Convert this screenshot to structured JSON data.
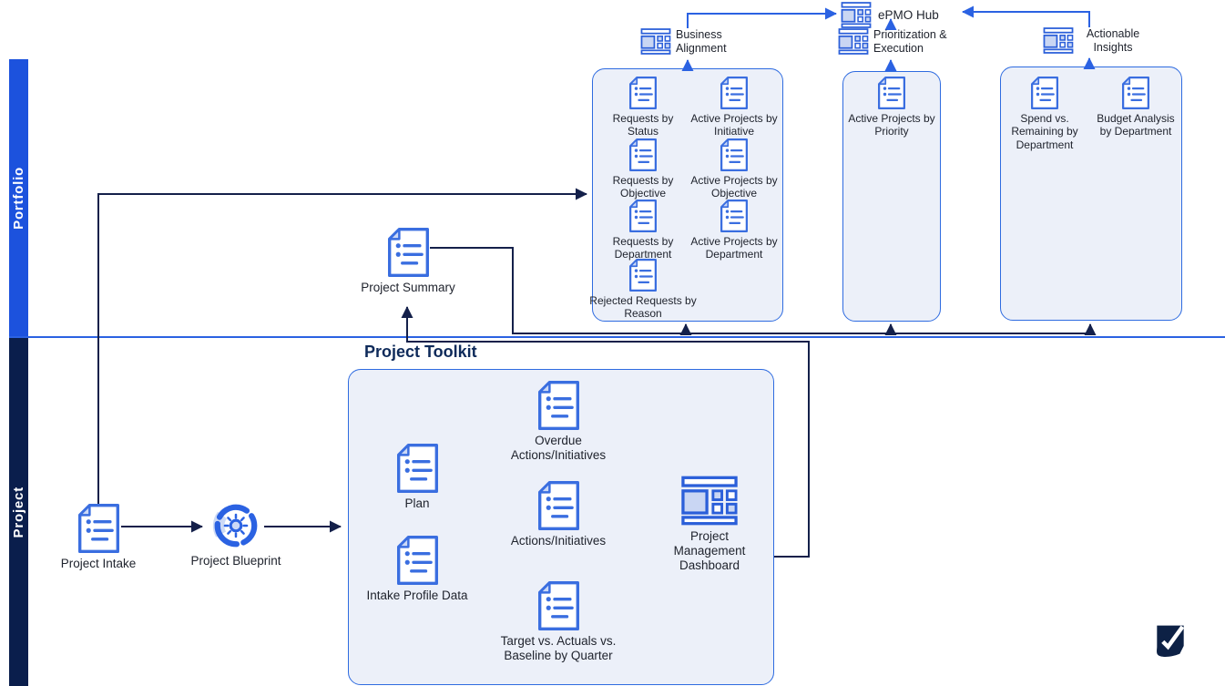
{
  "colors": {
    "accent_blue": "#2b62e2",
    "navy_connector": "#14204a",
    "lane_portfolio_bg": "#1c52dd",
    "lane_project_bg": "#0a1e4c",
    "box_fill": "#ecf0f9",
    "box_border": "#2e6be0",
    "icon_fill_light": "#c9d6f3",
    "label_text": "#20242e",
    "title_text": "#0e2a5a",
    "logo_navy": "#0d2145"
  },
  "lanes": {
    "portfolio": "Portfolio",
    "project": "Project"
  },
  "hub": {
    "label": "ePMO Hub"
  },
  "pillars": {
    "business_alignment": "Business Alignment",
    "prioritization_execution": "Prioritization & Execution",
    "actionable_insights": "Actionable Insights"
  },
  "portfolio_lane": {
    "alignment_reports": [
      "Requests by Status",
      "Active Projects by Initiative",
      "Requests by Objective",
      "Active Projects by Objective",
      "Requests by Department",
      "Active Projects by Department",
      "Rejected Requests by Reason"
    ],
    "execution_reports": [
      "Active Projects by Priority"
    ],
    "insights_reports": [
      "Spend vs. Remaining by Department",
      "Budget Analysis by Department"
    ],
    "project_summary": "Project Summary"
  },
  "project_lane": {
    "intake": "Project Intake",
    "blueprint": "Project Blueprint",
    "toolkit_title": "Project Toolkit",
    "toolkit_items": {
      "plan": "Plan",
      "overdue": "Overdue Actions/Initiatives",
      "actions": "Actions/Initiatives",
      "intake_profile": "Intake Profile Data",
      "target": "Target vs. Actuals vs. Baseline by Quarter",
      "dashboard": "Project Management Dashboard"
    }
  }
}
